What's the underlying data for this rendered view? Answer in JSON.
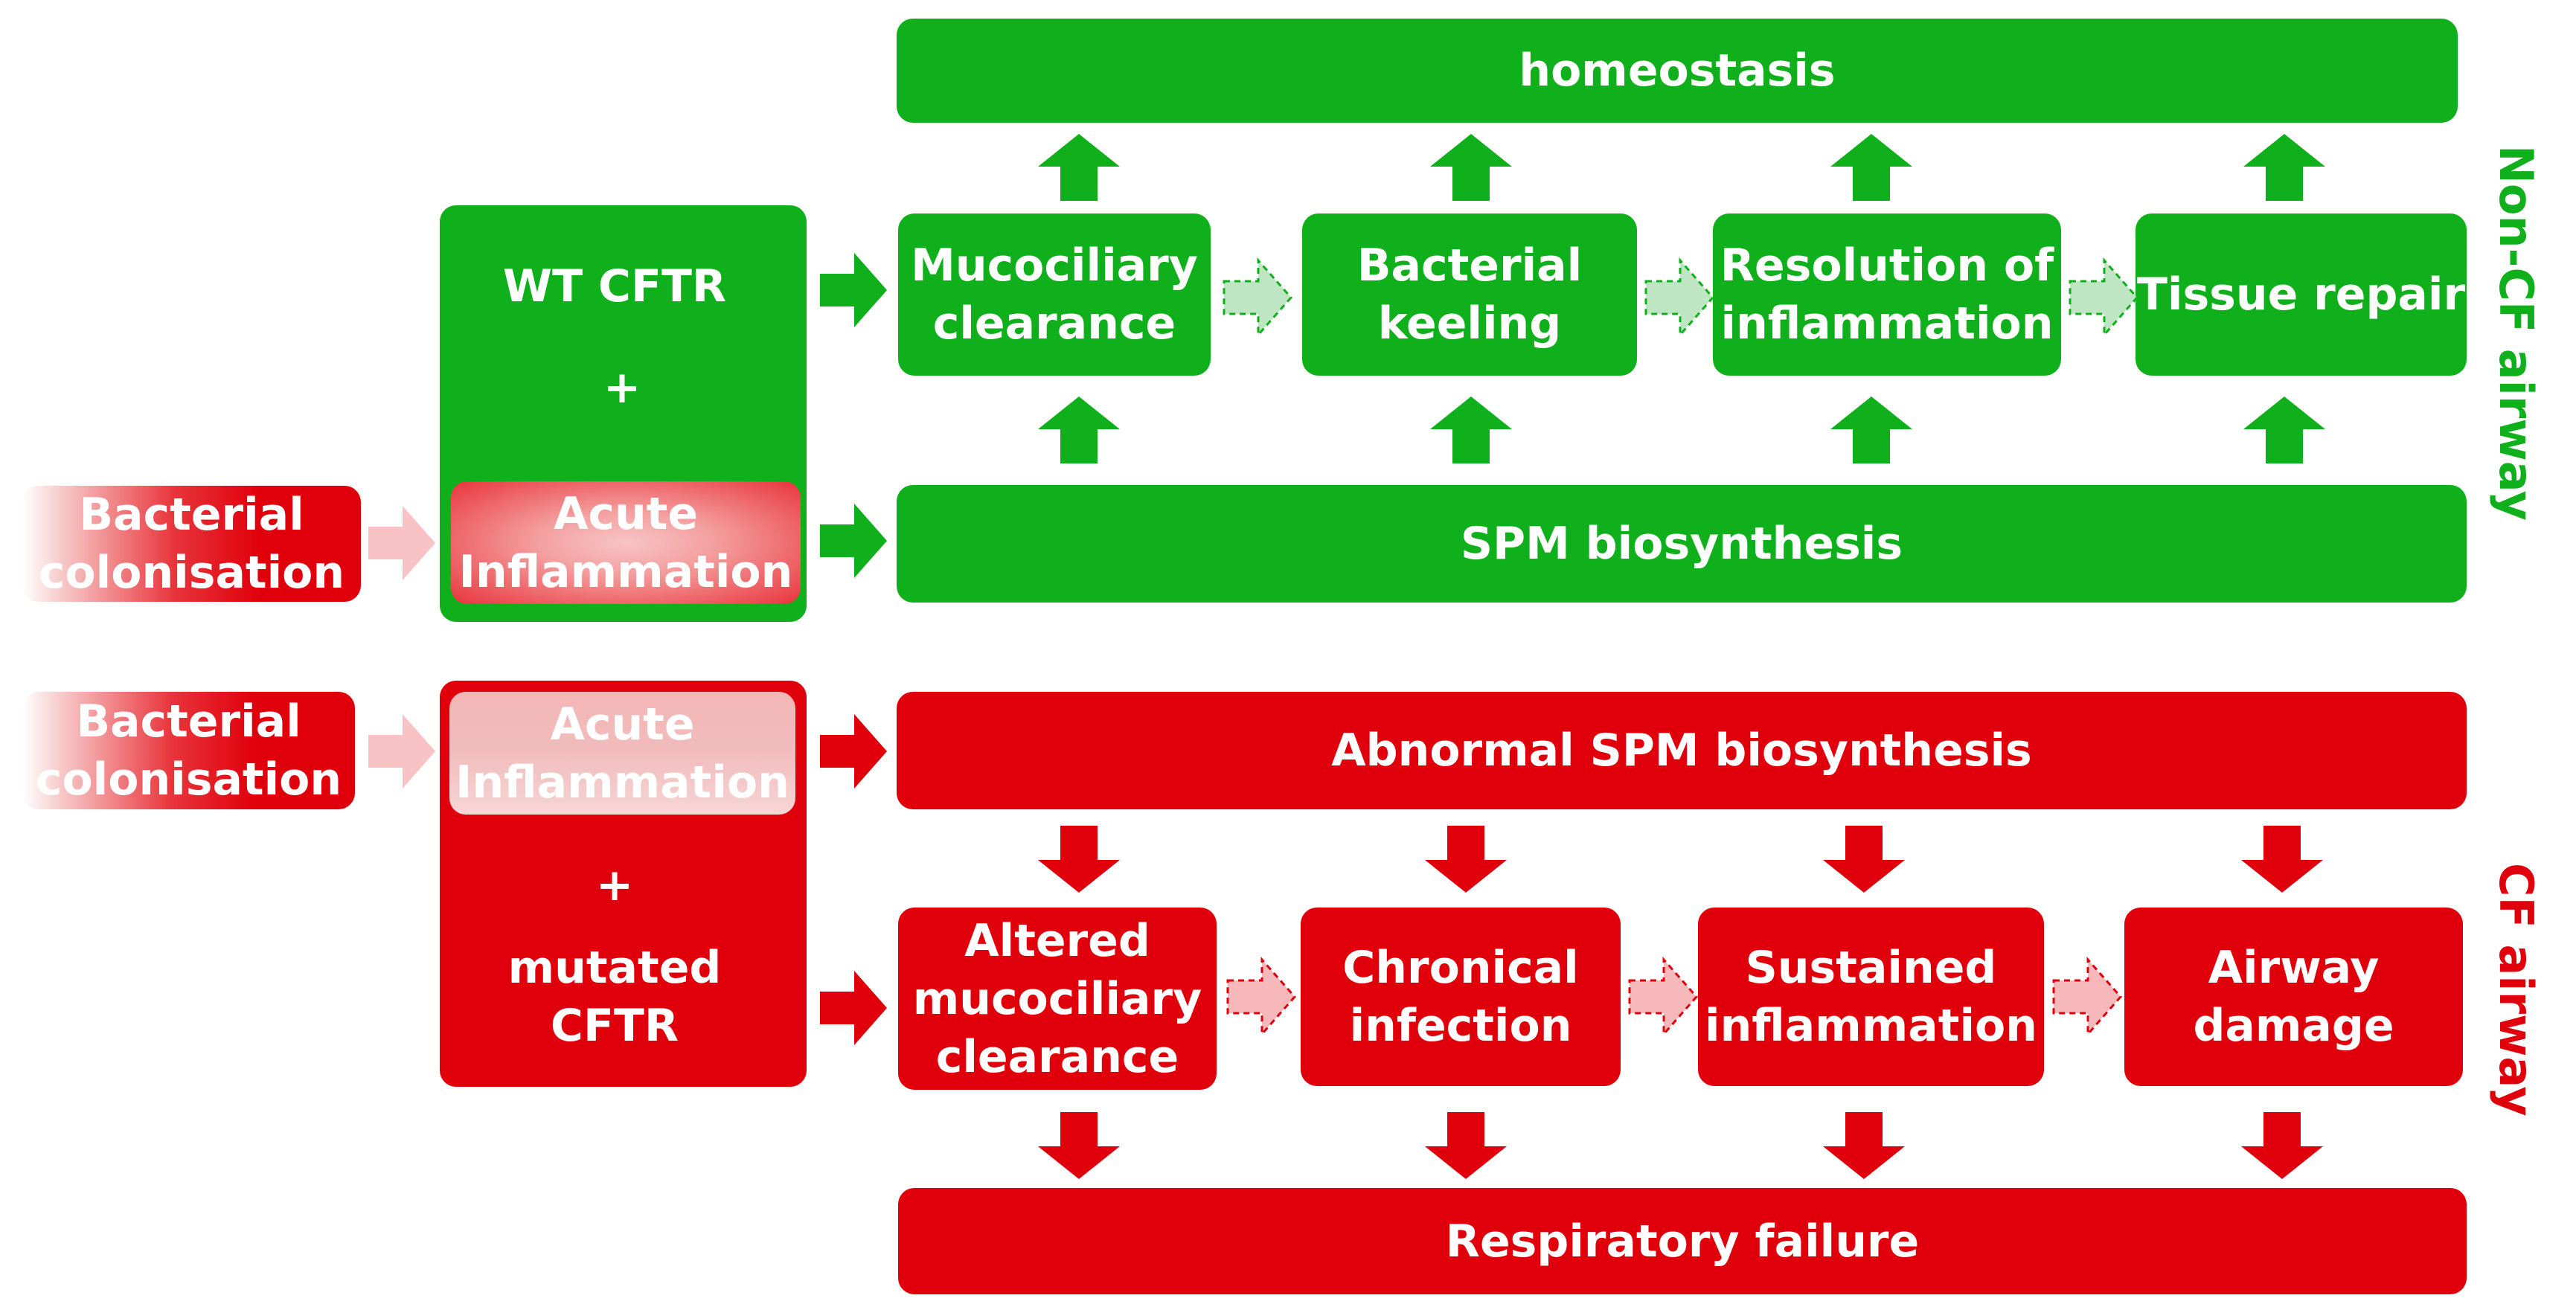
{
  "colors": {
    "green": "#0fb01c",
    "red": "#e0000b",
    "pale_green": "#bfe6c2",
    "pale_red": "#f7b8bb"
  },
  "non_cf": {
    "label": "Non-CF airway",
    "homeostasis": "homeostasis",
    "wt_cftr": "WT CFTR",
    "plus": "+",
    "acute": [
      "Acute",
      "Inflammation"
    ],
    "bacterial": [
      "Bacterial",
      "colonisation"
    ],
    "steps": [
      [
        "Mucociliary",
        "clearance"
      ],
      [
        "Bacterial",
        "keeling"
      ],
      [
        "Resolution of",
        "inflammation"
      ],
      [
        "Tissue repair"
      ]
    ],
    "spm": "SPM biosynthesis"
  },
  "cf": {
    "label": "CF airway",
    "bacterial": [
      "Bacterial",
      "colonisation"
    ],
    "acute": [
      "Acute",
      "Inflammation"
    ],
    "plus": "+",
    "mutated": [
      "mutated",
      "CFTR"
    ],
    "abnormal_spm": "Abnormal SPM biosynthesis",
    "steps": [
      [
        "Altered",
        "mucociliary",
        "clearance"
      ],
      [
        "Chronical",
        "infection"
      ],
      [
        "Sustained",
        "inflammation"
      ],
      [
        "Airway",
        "damage"
      ]
    ],
    "failure": "Respiratory failure"
  }
}
